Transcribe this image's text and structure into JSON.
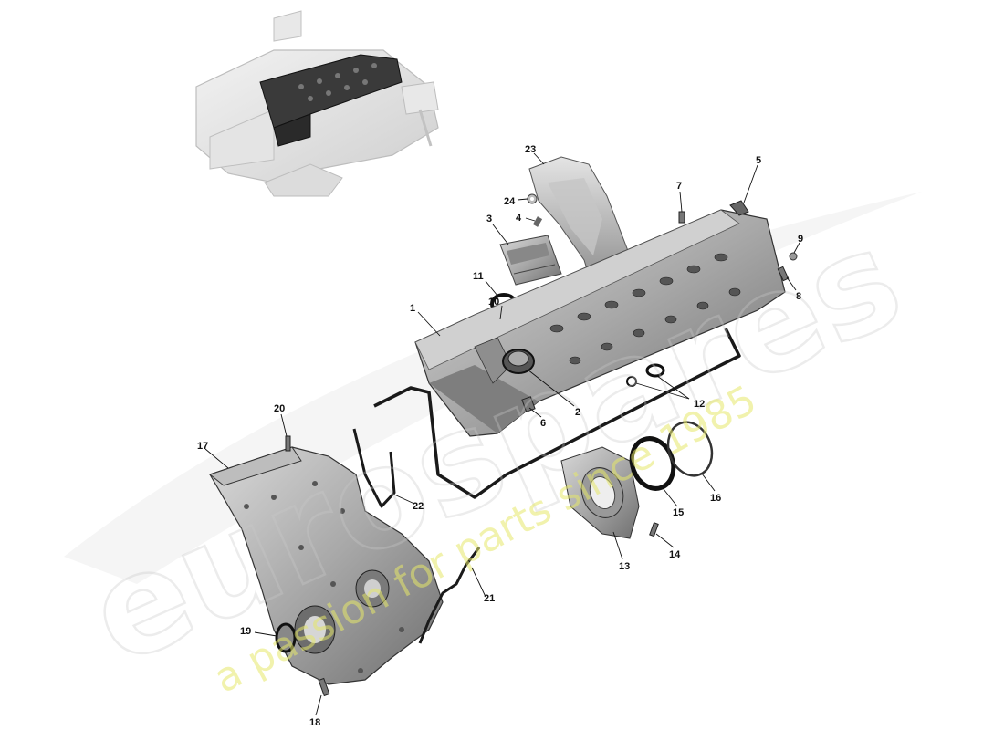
{
  "watermark": {
    "brand": "eurospares",
    "tagline": "a passion for parts since 1985"
  },
  "callouts": [
    {
      "id": "1",
      "label": "1"
    },
    {
      "id": "2",
      "label": "2"
    },
    {
      "id": "3",
      "label": "3"
    },
    {
      "id": "4",
      "label": "4"
    },
    {
      "id": "5",
      "label": "5"
    },
    {
      "id": "6",
      "label": "6"
    },
    {
      "id": "7",
      "label": "7"
    },
    {
      "id": "8",
      "label": "8"
    },
    {
      "id": "9",
      "label": "9"
    },
    {
      "id": "10",
      "label": "10"
    },
    {
      "id": "11",
      "label": "11"
    },
    {
      "id": "12",
      "label": "12"
    },
    {
      "id": "13",
      "label": "13"
    },
    {
      "id": "14",
      "label": "14"
    },
    {
      "id": "15",
      "label": "15"
    },
    {
      "id": "16",
      "label": "16"
    },
    {
      "id": "17",
      "label": "17"
    },
    {
      "id": "18",
      "label": "18"
    },
    {
      "id": "19",
      "label": "19"
    },
    {
      "id": "20",
      "label": "20"
    },
    {
      "id": "21",
      "label": "21"
    },
    {
      "id": "22",
      "label": "22"
    },
    {
      "id": "23",
      "label": "23"
    },
    {
      "id": "24",
      "label": "24"
    }
  ]
}
